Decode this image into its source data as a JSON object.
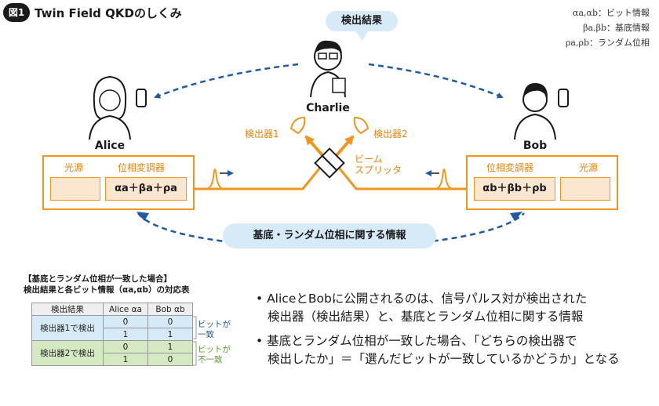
{
  "figure": {
    "badge": "図1",
    "title": "Twin Field QKDのしくみ"
  },
  "legend": [
    {
      "symbols": "αa,αb",
      "desc": "：ビット情報"
    },
    {
      "symbols": "βa,βb",
      "desc": "：基底情報"
    },
    {
      "symbols": "ρa,ρb",
      "desc": "：ランダム位相"
    }
  ],
  "bubbles": {
    "result": "検出結果",
    "info": "基底・ランダム位相に関する情報"
  },
  "people": {
    "alice": "Alice",
    "bob": "Bob",
    "charlie": "Charlie"
  },
  "components": {
    "light_source": "光源",
    "phase_modulator": "位相変調器",
    "detector1": "検出器1",
    "detector2": "検出器2",
    "beam_splitter_line1": "ビーム",
    "beam_splitter_line2": "スプリッタ"
  },
  "formulas": {
    "alice": "αa＋βa＋ρa",
    "bob": "αb＋βb＋ρb"
  },
  "table": {
    "caption_line1": "【基底とランダム位相が一致した場合】",
    "caption_line2": "検出結果と各ビット情報（αa,αb）の対応表",
    "headers": [
      "検出結果",
      "Alice αa",
      "Bob αb"
    ],
    "rows": [
      {
        "detector": "検出器1で検出",
        "pairs": [
          [
            "0",
            "0"
          ],
          [
            "1",
            "1"
          ]
        ]
      },
      {
        "detector": "検出器2で検出",
        "pairs": [
          [
            "0",
            "1"
          ],
          [
            "1",
            "0"
          ]
        ]
      }
    ],
    "note_match_line1": "ビットが",
    "note_match_line2": "一致",
    "note_mismatch_line1": "ビットが",
    "note_mismatch_line2": "不一致"
  },
  "bullets": [
    {
      "line1": "AliceとBobに公開されるのは、信号パルス対が検出された",
      "line2": "検出器（検出結果）と、基底とランダム位相に関する情報"
    },
    {
      "line1": "基底とランダム位相が一致した場合、「どちらの検出器で",
      "line2": "検出したか」＝「選んだビットが一致しているかどうか」となる"
    }
  ],
  "colors": {
    "orange": "#f0961e",
    "blue": "#1e5aa6",
    "bubble": "#d6eaf8",
    "green": "#5a9b2a"
  }
}
